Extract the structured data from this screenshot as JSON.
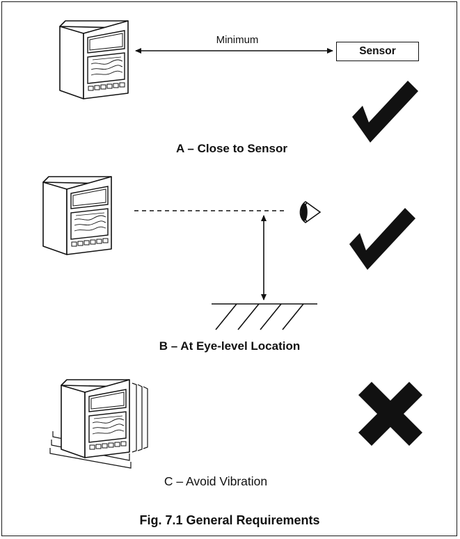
{
  "figure": {
    "title": "Fig. 7.1 General Requirements"
  },
  "panel_a": {
    "caption": "A – Close to Sensor",
    "distance_label": "Minimum",
    "sensor_label": "Sensor",
    "verdict": "check-mark"
  },
  "panel_b": {
    "caption": "B – At Eye-level Location",
    "verdict": "check-mark"
  },
  "panel_c": {
    "caption": "C – Avoid Vibration",
    "verdict": "cross-mark"
  },
  "colors": {
    "line": "#111111",
    "background": "#ffffff"
  }
}
